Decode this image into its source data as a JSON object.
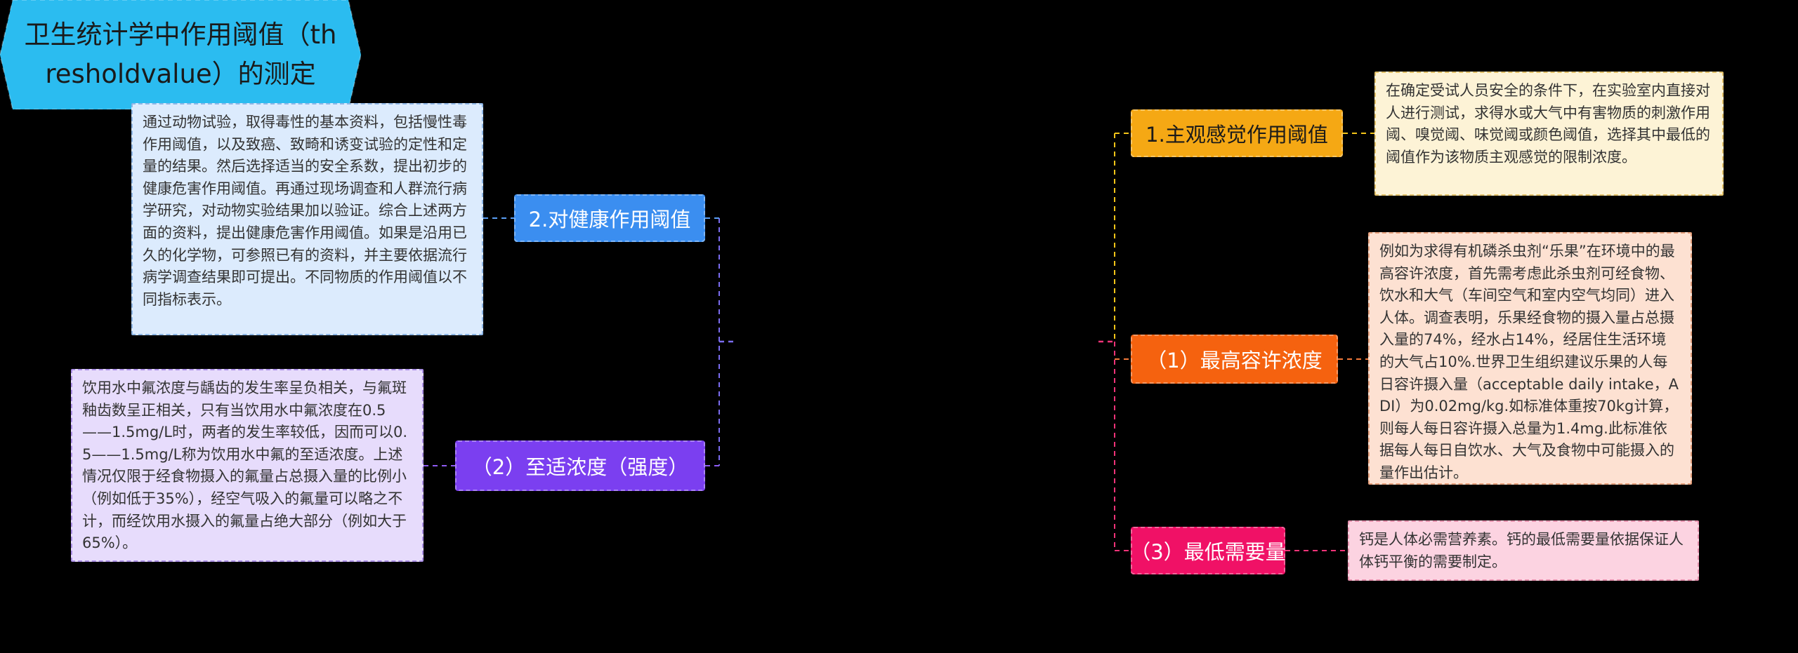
{
  "central": {
    "title": "卫生统计学中作用阈值（thresholdvalue）的测定",
    "color": "#2bbcf0"
  },
  "branches": [
    {
      "id": "subjective",
      "label": "1.主观感觉作用阈值",
      "color": "#f5a814",
      "line_color": "#f5c518",
      "note": "在确定受试人员安全的条件下，在实验室内直接对人进行测试，求得水或大气中有害物质的刺激作用阈、嗅觉阈、味觉阈或颜色阈值，选择其中最低的阈值作为该物质主观感觉的限制浓度。",
      "note_bg": "#fdf3d6"
    },
    {
      "id": "max-allowed",
      "label": "（1）最高容许浓度",
      "color": "#f5620f",
      "line_color": "#f57a3a",
      "note": "例如为求得有机磷杀虫剂“乐果”在环境中的最高容许浓度，首先需考虑此杀虫剂可经食物、饮水和大气（车间空气和室内空气均同）进入人体。调查表明，乐果经食物的摄入量占总摄入量的74%，经水占14%，经居住生活环境的大气占10%.世界卫生组织建议乐果的人每日容许摄入量（acceptable daily intake，ADI）为0.02mg/kg.如标准体重按70kg计算，则每人每日容许摄入总量为1.4mg.此标准依据每人每日自饮水、大气及食物中可能摄入的量作出估计。",
      "note_bg": "#fde1d2"
    },
    {
      "id": "min-required",
      "label": "（3）最低需要量",
      "color": "#f01166",
      "line_color": "#f03378",
      "note": "钙是人体必需营养素。钙的最低需要量依据保证人体钙平衡的需要制定。",
      "note_bg": "#fcd3e1"
    },
    {
      "id": "health",
      "label": "2.对健康作用阈值",
      "color": "#3b8ef0",
      "line_color": "#5a9ef5",
      "note": "通过动物试验，取得毒性的基本资料，包括慢性毒作用阈值，以及致癌、致畸和诱变试验的定性和定量的结果。然后选择适当的安全系数，提出初步的健康危害作用阈值。再通过现场调查和人群流行病学研究，对动物实验结果加以验证。综合上述两方面的资料，提出健康危害作用阈值。如果是沿用已久的化学物，可参照已有的资料，并主要依据流行病学调查结果即可提出。不同物质的作用阈值以不同指标表示。",
      "note_bg": "#dcebfd"
    },
    {
      "id": "optimal",
      "label": "（2）至适浓度（强度）",
      "color": "#7b3ff0",
      "line_color": "#8f5cf2",
      "note": "饮用水中氟浓度与龋齿的发生率呈负相关，与氟斑釉齿数呈正相关，只有当饮用水中氟浓度在0.5——1.5mg/L时，两者的发生率较低，因而可以0.5——1.5mg/L称为饮用水中氟的至适浓度。上述情况仅限于经食物摄入的氟量占总摄入量的比例小（例如低于35%），经空气吸入的氟量可以略之不计，而经饮用水摄入的氟量占绝大部分（例如大于65%）。",
      "note_bg": "#e7dcfc"
    }
  ]
}
